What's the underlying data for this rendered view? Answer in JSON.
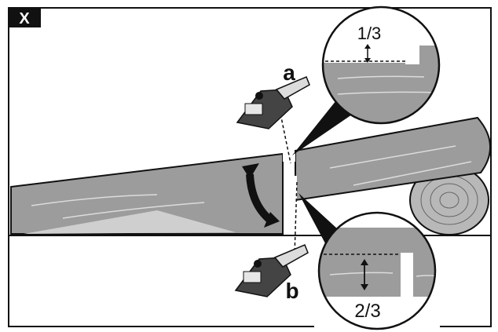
{
  "badge": {
    "text": "X"
  },
  "labels": {
    "top_cut": "a",
    "bottom_cut": "b",
    "top_fraction": "1/3",
    "bottom_fraction": "2/3"
  },
  "icons": {
    "chainsaw": "chainsaw-icon",
    "rotation": "curved-arrow-icon",
    "double_arrow": "double-arrow-icon"
  },
  "colors": {
    "log_fill": "#9c9c9c",
    "outline": "#111111",
    "background": "#ffffff"
  }
}
